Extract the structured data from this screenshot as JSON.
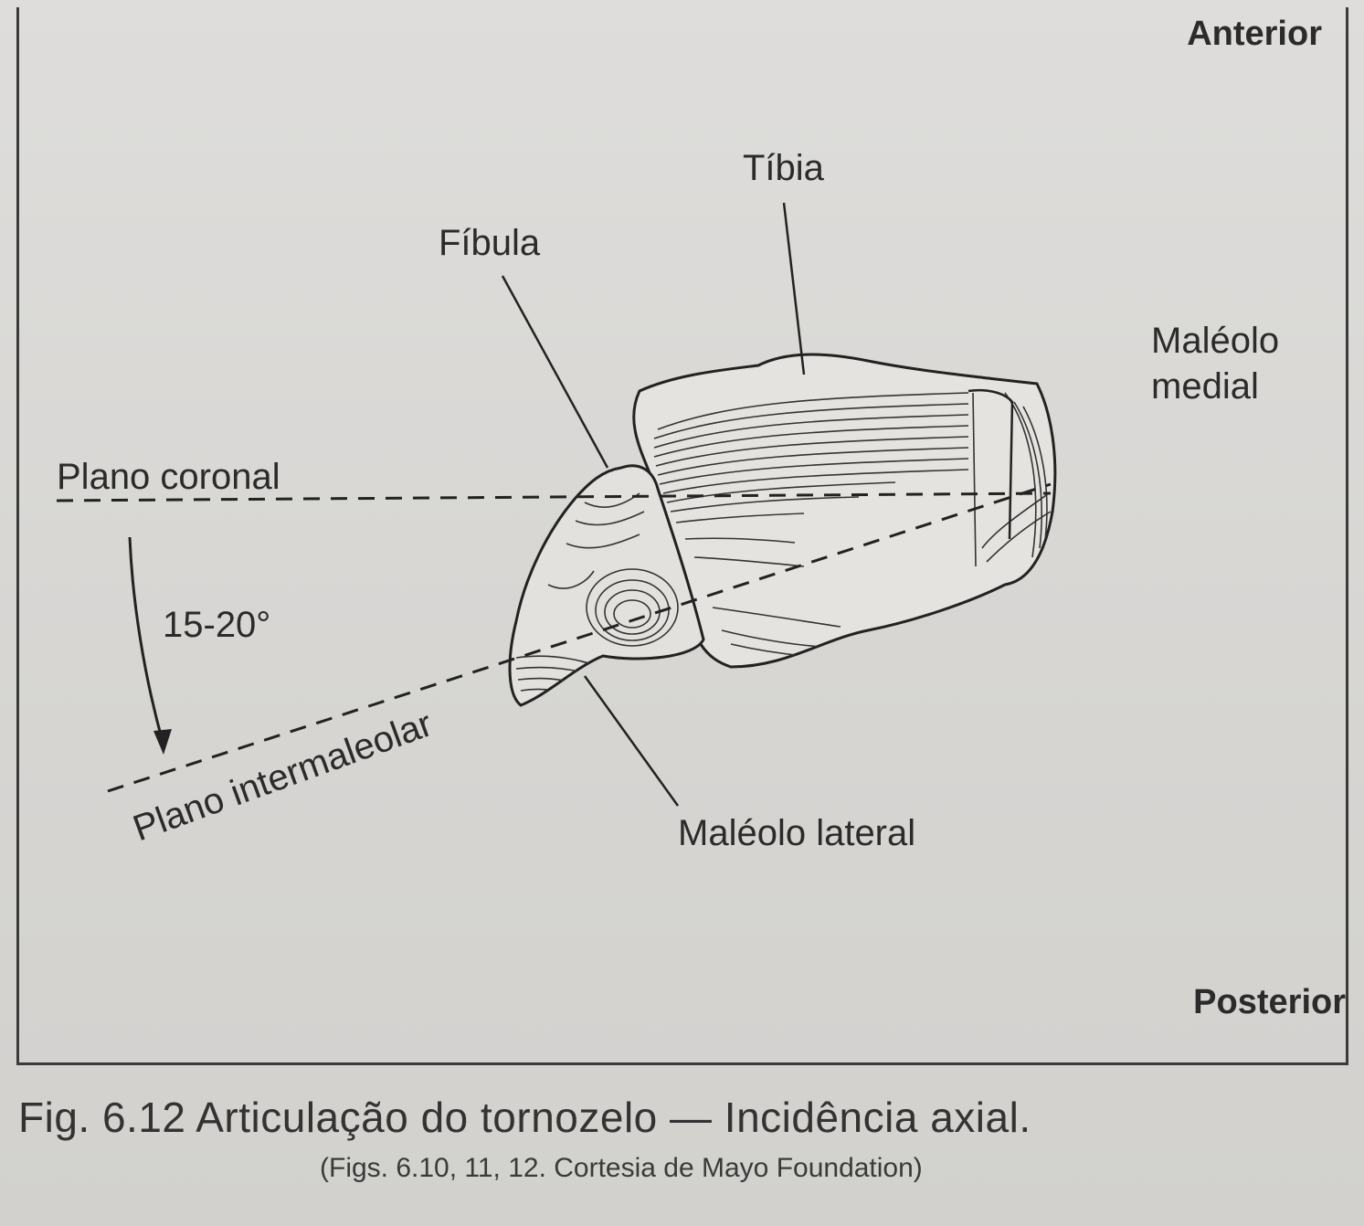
{
  "orientation": {
    "top": "Anterior",
    "bottom": "Posterior"
  },
  "labels": {
    "tibia": "Tíbia",
    "fibula": "Fíbula",
    "medial_malleolus_line1": "Maléolo",
    "medial_malleolus_line2": "medial",
    "coronal_plane": "Plano coronal",
    "angle": "15-20°",
    "intermalleolar_plane": "Plano intermaleolar",
    "lateral_malleolus": "Maléolo lateral"
  },
  "caption": {
    "title": "Fig. 6.12 Articulação do tornozelo — Incidência axial.",
    "credit": "(Figs. 6.10, 11, 12. Cortesia de Mayo Foundation)"
  },
  "colors": {
    "ink": "#2b2b2b",
    "paper": "#dedddb"
  }
}
